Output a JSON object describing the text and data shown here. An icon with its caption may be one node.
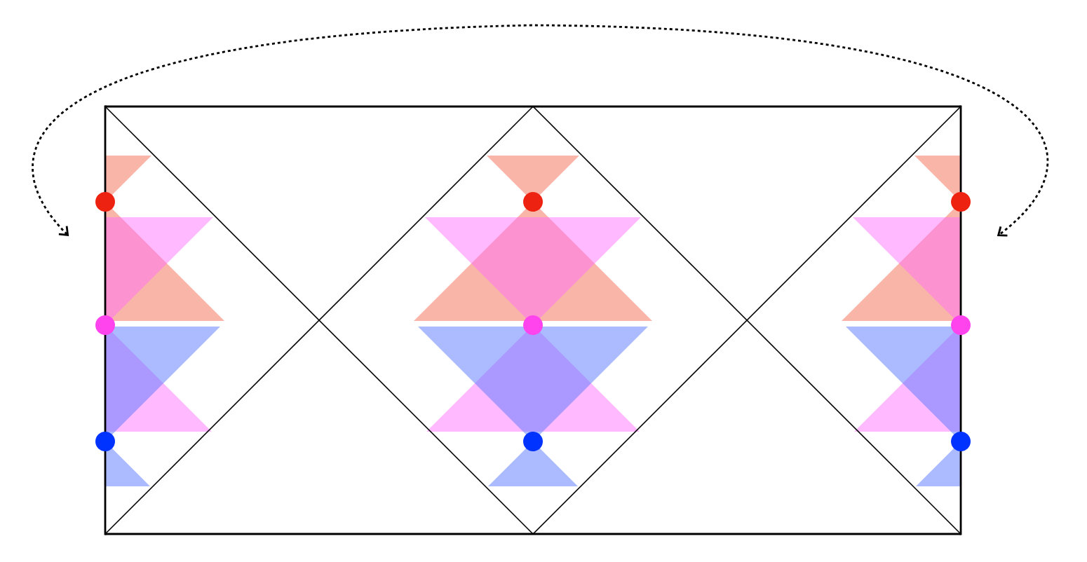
{
  "diagram": {
    "nodes": [
      {
        "text": [],
        "shape": "bar"
      },
      {
        "text": [],
        "shape": "bar"
      }
    ],
    "edges": [
      {
        "from": 0,
        "to": 1,
        "arrow": "both",
        "style": "dashed"
      }
    ]
  }
}
